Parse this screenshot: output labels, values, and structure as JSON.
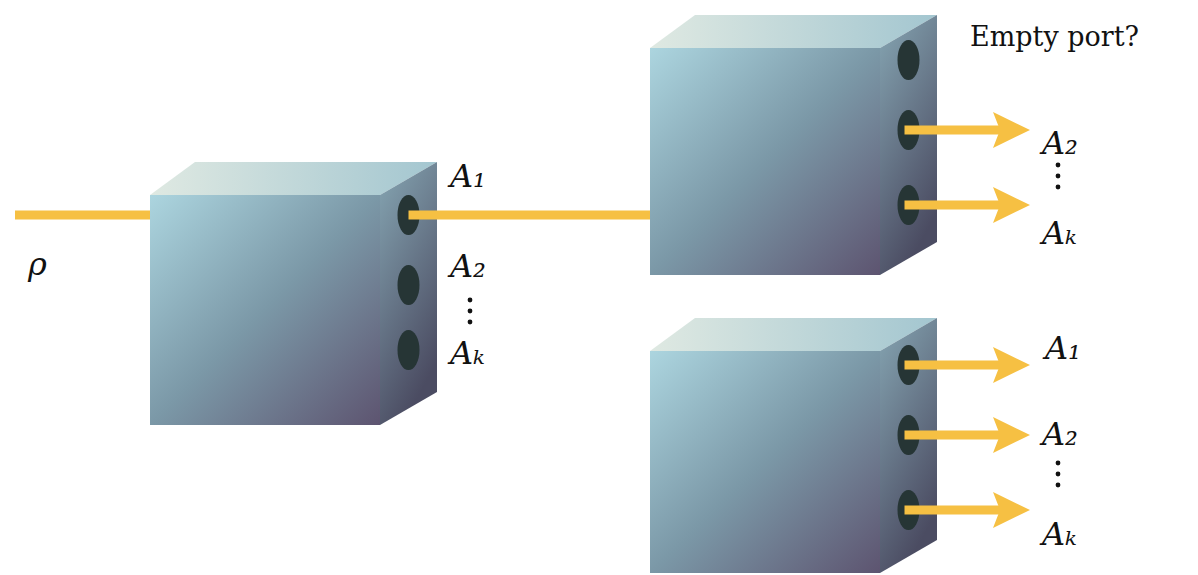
{
  "diagram": {
    "nodes": [
      {
        "text": [
          "A₁",
          "A₂",
          "Aₖ"
        ]
      },
      {
        "text": [
          "Empty port?",
          "A₂",
          "Aₖ"
        ]
      },
      {
        "text": [
          "A₁",
          "A₂",
          "Aₖ"
        ]
      }
    ],
    "edges": [
      {
        "from": 0,
        "to": 1,
        "arrow": "none"
      }
    ],
    "labels": [
      "ρ"
    ]
  }
}
